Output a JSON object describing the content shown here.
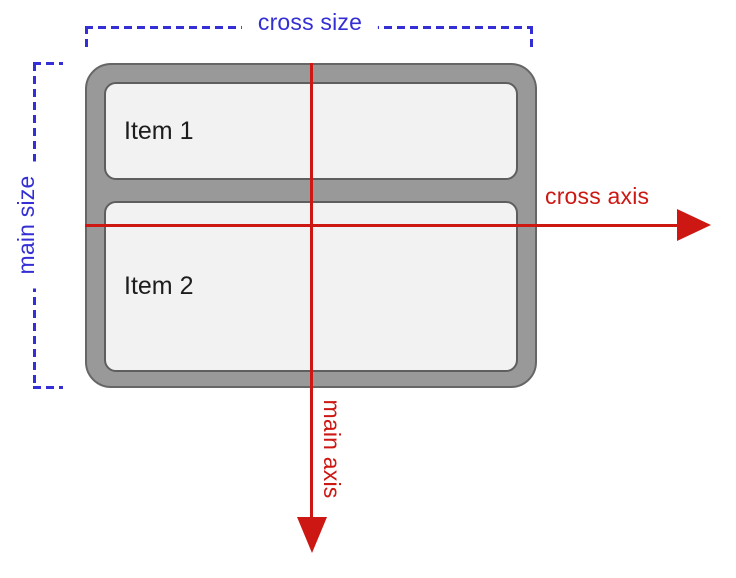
{
  "diagram": {
    "type": "flexbox-axes-diagram",
    "labels": {
      "cross_size": "cross size",
      "main_size": "main size",
      "cross_axis": "cross axis",
      "main_axis": "main axis"
    },
    "items": [
      {
        "label": "Item 1"
      },
      {
        "label": "Item 2"
      }
    ],
    "colors": {
      "size_label_blue": "#342fd4",
      "axis_label_red": "#cd1712",
      "container_fill": "#999999",
      "container_border": "#666666",
      "item_fill": "#f2f2f2",
      "item_border": "#5e5e5e",
      "item_text": "#1d1d1d",
      "background": "#ffffff"
    }
  }
}
